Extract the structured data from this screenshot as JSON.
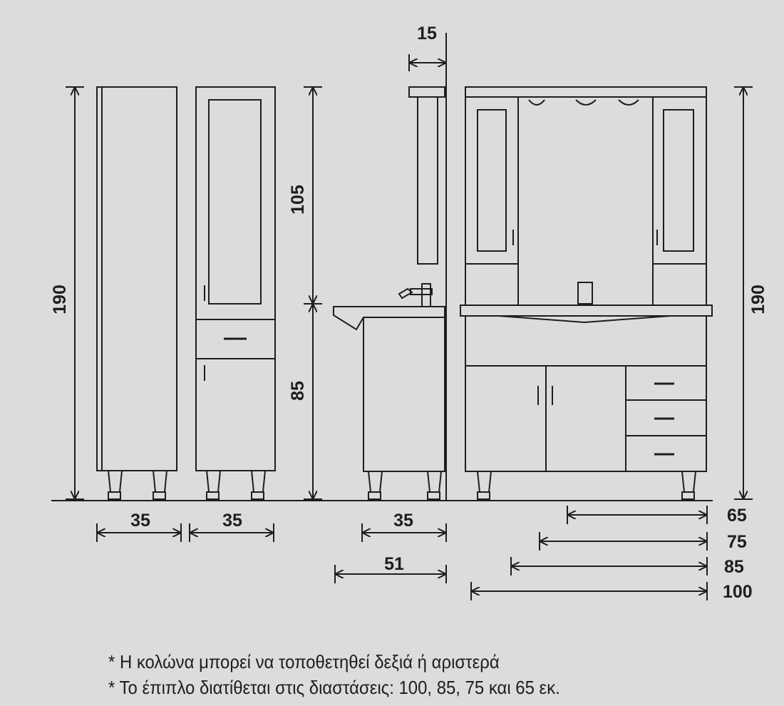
{
  "dimensions": {
    "left_column_height": "190",
    "left_column_width": "35",
    "glass_column_width": "35",
    "glass_column_upper": "105",
    "glass_column_lower": "85",
    "mirror_offset": "15",
    "side_view_depth": "35",
    "side_view_top_depth": "51",
    "vanity_height": "190",
    "vanity_widths": [
      "65",
      "75",
      "85",
      "100"
    ]
  },
  "notes": [
    "* Η κολώνα  μπορεί να τοποθετηθεί δεξιά ή αριστερά",
    "* Το έπιπλο διατίθεται στις διαστάσεις: 100, 85, 75 και 65 εκ."
  ],
  "colors": {
    "background": "#dcdcde",
    "line": "#1e1e1e"
  }
}
